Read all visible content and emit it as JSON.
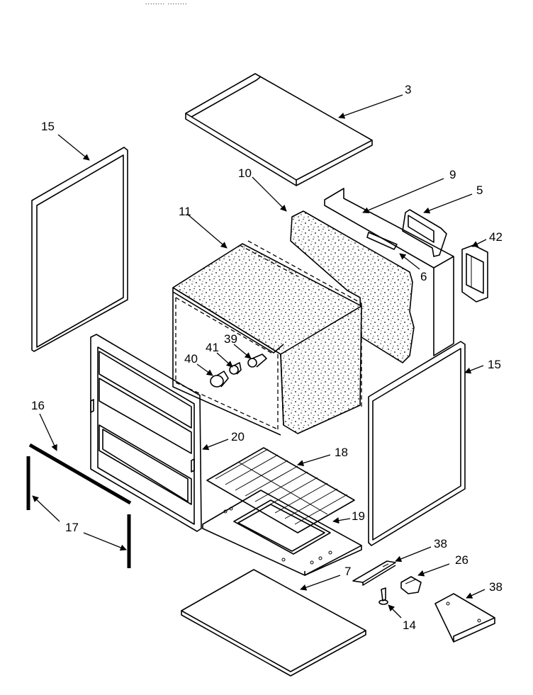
{
  "header_text": "........ ........",
  "labels": {
    "l3": "3",
    "l15a": "15",
    "l10": "10",
    "l9": "9",
    "l5": "5",
    "l42": "42",
    "l11": "11",
    "l6": "6",
    "l39": "39",
    "l41": "41",
    "l40": "40",
    "l15b": "15",
    "l16": "16",
    "l20": "20",
    "l18": "18",
    "l19": "19",
    "l17": "17",
    "l38a": "38",
    "l26": "26",
    "l7": "7",
    "l38b": "38",
    "l14": "14"
  }
}
